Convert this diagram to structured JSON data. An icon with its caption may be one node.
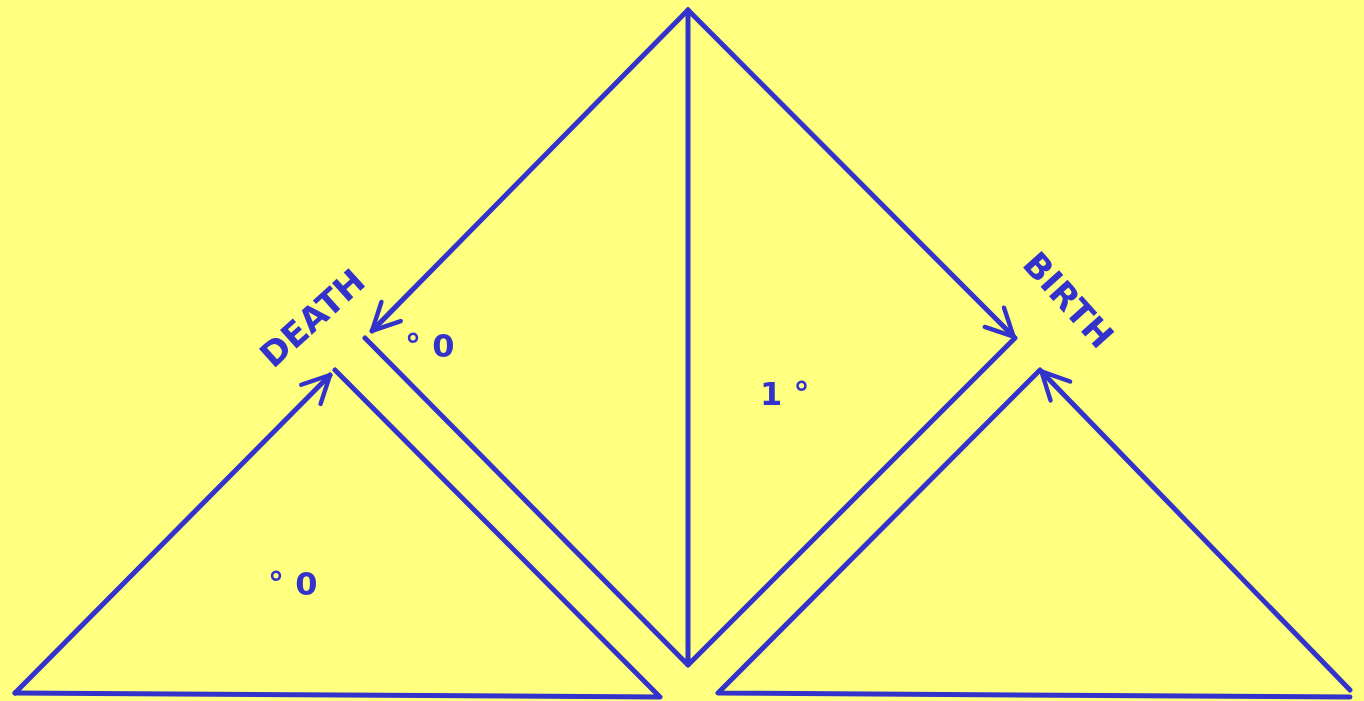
{
  "diagram": {
    "nodes": [
      {
        "text": [
          "DEATH"
        ]
      },
      {
        "text": [
          "BIRTH"
        ]
      }
    ],
    "edges": [
      {
        "from": null,
        "to": 0,
        "arrow": "to"
      },
      {
        "from": null,
        "to": 0,
        "arrow": "to"
      },
      {
        "from": null,
        "to": 1,
        "arrow": "to"
      },
      {
        "from": null,
        "to": 1,
        "arrow": "to"
      }
    ],
    "labels": [
      "° 0",
      "1 °",
      "° 0"
    ]
  }
}
